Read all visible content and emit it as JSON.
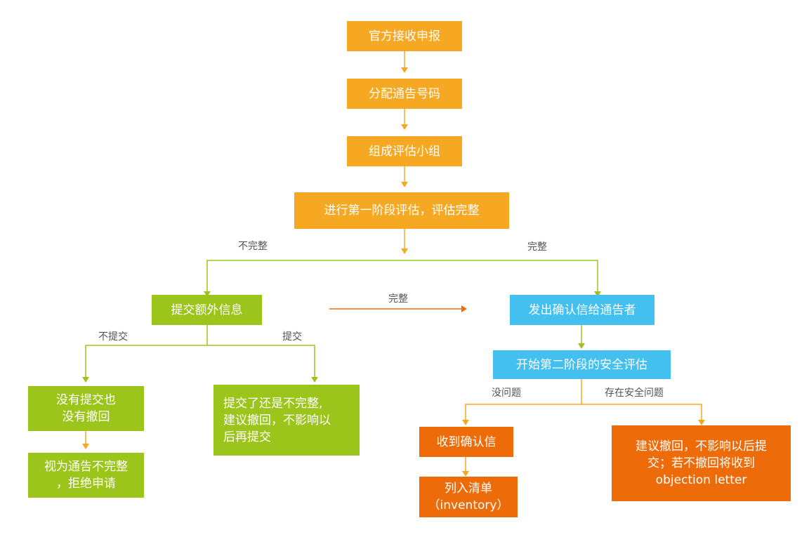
{
  "colors": {
    "stage1": "#f7a823",
    "incomplete_branch": "#9cc51c",
    "complete_branch": "#43bff0",
    "outcome": "#ee6b0a"
  },
  "nodes": {
    "receive": "官方接收申报",
    "assign_number": "分配通告号码",
    "form_team": "组成评估小组",
    "stage1_eval": "进行第一阶段评估，评估完整",
    "submit_extra": "提交额外信息",
    "no_submit_lines": [
      "没有提交也",
      "没有撤回"
    ],
    "reject_lines": [
      "视为通告不完整",
      "，拒绝申请"
    ],
    "submitted_incomplete_lines": [
      "提交了还是不完整,",
      "建议撤回，不影响以",
      "后再提交"
    ],
    "send_confirmation": "发出确认信给通告者",
    "stage2_eval": "开始第二阶段的安全评估",
    "receive_confirmation": "收到确认信",
    "inventory_lines": [
      "列入清单",
      "（inventory）"
    ],
    "objection_lines": [
      "建议撤回，不影响以后提",
      "交；若不撤回将收到",
      "objection letter"
    ]
  },
  "edge_labels": {
    "incomplete": "不完整",
    "complete_right": "完整",
    "complete_middle": "完整",
    "not_submitted": "不提交",
    "submitted": "提交",
    "no_issue": "没问题",
    "safety_issue": "存在安全问题"
  }
}
